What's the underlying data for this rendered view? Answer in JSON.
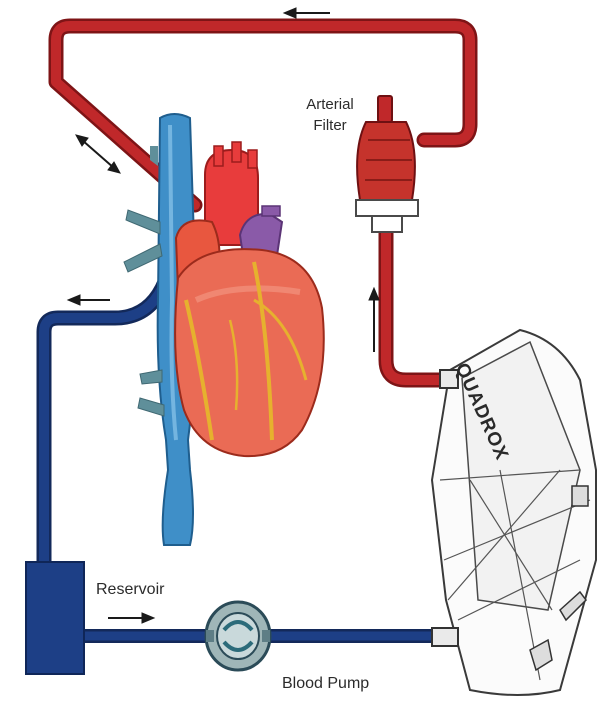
{
  "labels": {
    "arterial_filter": [
      "Arterial",
      "Filter"
    ],
    "reservoir": "Reservoir",
    "blood_pump": "Blood Pump",
    "oxygenator_brand": "QUADROX"
  },
  "colors": {
    "arterial_tube": "#c0282a",
    "venous_tube": "#1d3f86",
    "vena_cava": "#3f8fc8",
    "heart": "#e9533f",
    "aorta": "#e83c3c",
    "pulmonary": "#8a5aa8",
    "arrow": "#1a1a1a"
  },
  "icons": [
    "heart-illustration",
    "arterial-filter-icon",
    "reservoir-box",
    "blood-pump-icon",
    "oxygenator-illustration",
    "flow-arrow-icon"
  ]
}
